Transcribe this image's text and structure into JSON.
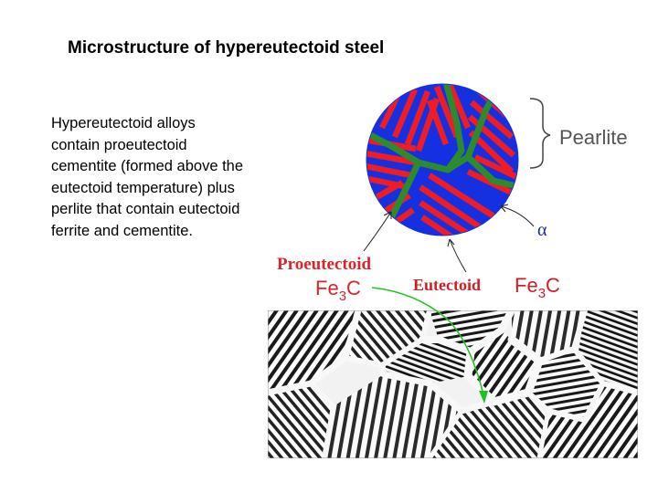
{
  "title": "Microstructure of hypereutectoid steel",
  "description": "Hypereutectoid alloys contain proeutectoid cementite (formed above the eutectoid temperature) plus perlite that contain eutectoid ferrite and cementite.",
  "diagram": {
    "labels": {
      "pearlite": "Pearlite",
      "alpha": "α",
      "proeutectoid_word": "Proeutectoid",
      "proeutectoid_fe": "Fe",
      "proeutectoid_sub": "3",
      "proeutectoid_c": "C",
      "eutectoid_word": "Eutectoid",
      "eutectoid_fe": "Fe",
      "eutectoid_sub": "3",
      "eutectoid_c": "C"
    },
    "colors": {
      "ferrite": "#1530e0",
      "cementite_lamellae": "#ee1d25",
      "proeutectoid_boundary": "#2d8a2d",
      "proeutectoid_text": "#d8252b",
      "eutectoid_text": "#cc1f26",
      "pointer_arrow": "#1ec41e"
    }
  }
}
